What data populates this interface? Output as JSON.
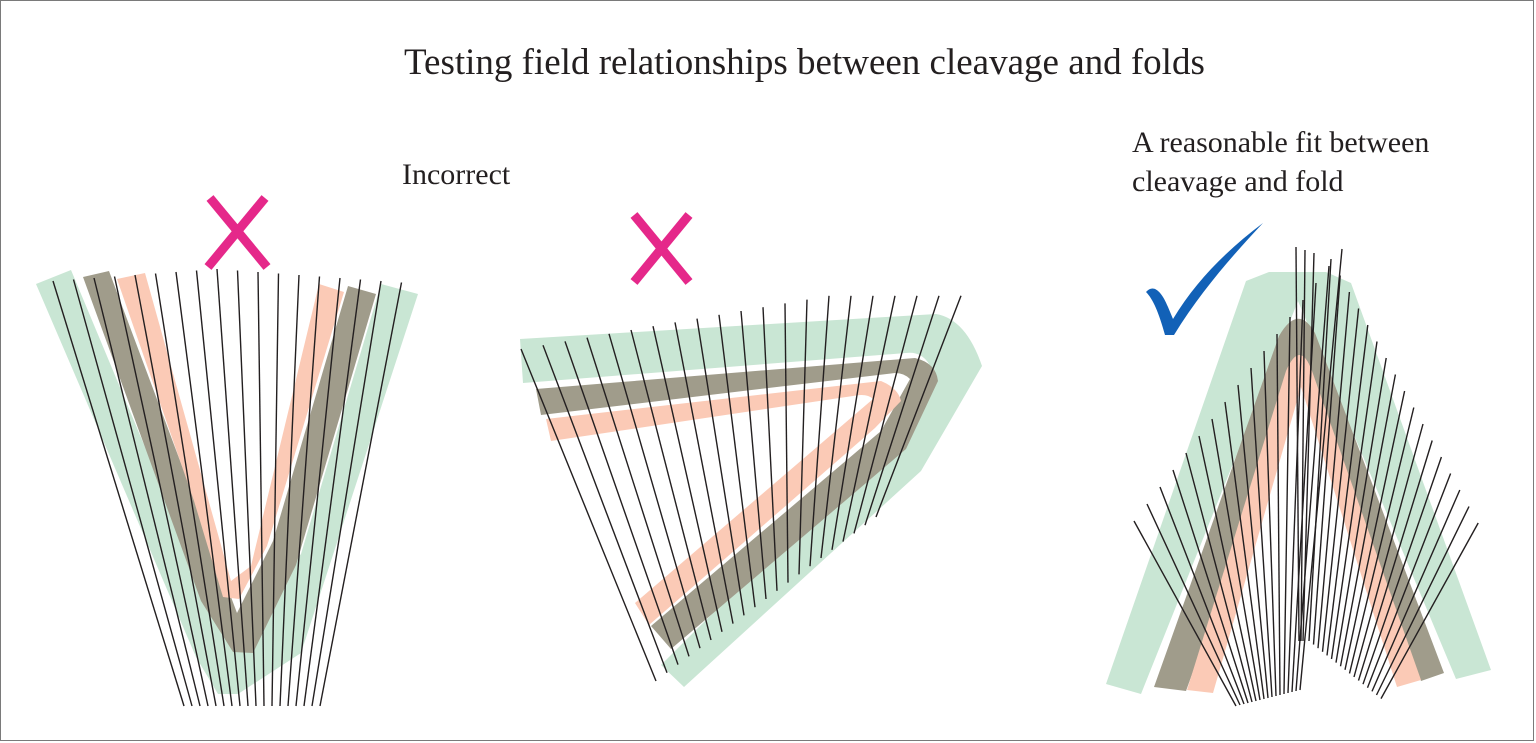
{
  "title": "Testing field relationships between cleavage and folds",
  "incorrect_label": "Incorrect",
  "fit_label": {
    "line1": "A reasonable fit between",
    "line2": "cleavage and fold"
  },
  "colors": {
    "outer_layer": "#c9e6d4",
    "dark_layer": "#a09c8b",
    "pink_layer": "#fbcab6",
    "cleavage_line": "#231f20",
    "cross_mark": "#e5288a",
    "check_mark": "#1261b7"
  },
  "icons": [
    "cross-icon",
    "cross-icon",
    "check-icon"
  ]
}
